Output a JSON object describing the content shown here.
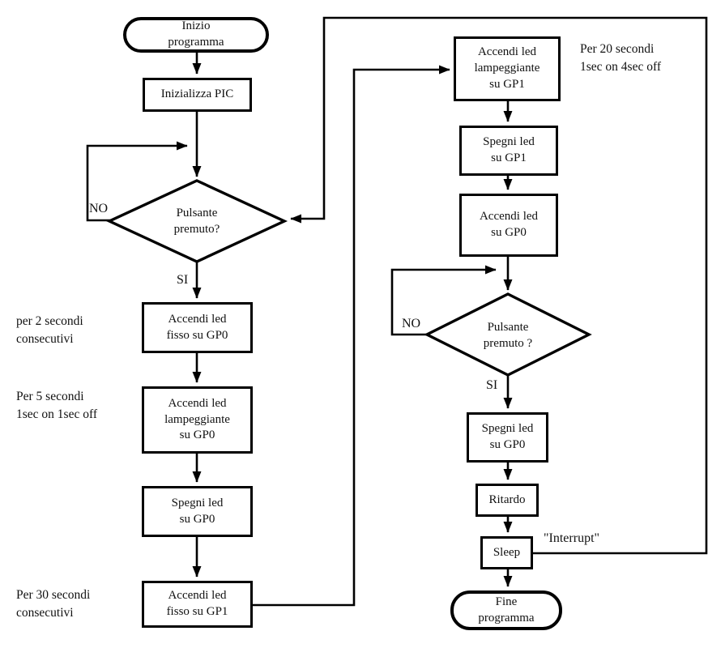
{
  "nodes": {
    "start": "Inizio\nprogramma",
    "init_pic": "Inizializza PIC",
    "decision_pulsante_1": "Pulsante\npremuto?",
    "accendi_fisso_gp0": "Accendi led\nfisso su GP0",
    "accendi_lamp_gp0": "Accendi led\nlampeggiante\nsu GP0",
    "spegni_gp0_left": "Spegni led\nsu GP0",
    "accendi_fisso_gp1": "Accendi led\nfisso su GP1",
    "accendi_lamp_gp1": "Accendi led\nlampeggiante\nsu GP1",
    "spegni_gp1": "Spegni led\nsu GP1",
    "accendi_gp0": "Accendi led\nsu GP0",
    "decision_pulsante_2": "Pulsante\npremuto ?",
    "spegni_gp0_right": "Spegni led\nsu GP0",
    "ritardo": "Ritardo",
    "sleep": "Sleep",
    "end": "Fine\nprogramma"
  },
  "edge_labels": {
    "no_1": "NO",
    "si_1": "SI",
    "no_2": "NO",
    "si_2": "SI",
    "interrupt": "\"Interrupt\""
  },
  "annotations": {
    "per_2_secondi": "per 2 secondi\nconsecutivi",
    "per_5_secondi": "Per 5 secondi\n1sec on 1sec off",
    "per_30_secondi": "Per 30 secondi\nconsecutivi",
    "per_20_secondi": "Per 20 secondi\n1sec on 4sec off"
  },
  "colors": {
    "background": "#ffffff",
    "line": "#000000",
    "text": "#111111"
  }
}
